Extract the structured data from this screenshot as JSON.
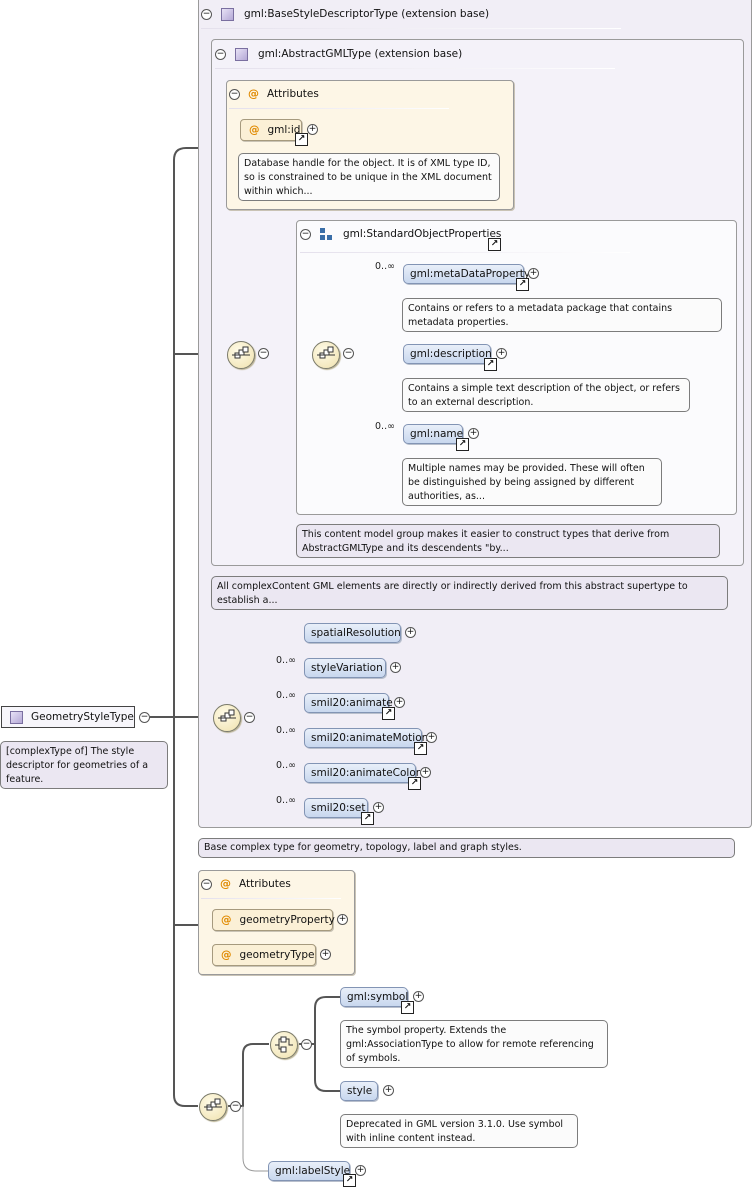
{
  "root": {
    "label": "GeometryStyleType",
    "doc": "[complexType of] The style descriptor for geometries of a feature."
  },
  "base_style": {
    "title": "gml:BaseStyleDescriptorType (extension base)",
    "doc": "Base complex type for geometry, topology, label and graph styles.",
    "children": [
      {
        "label": "spatialResolution",
        "cardinality": ""
      },
      {
        "label": "styleVariation",
        "cardinality": "0..∞"
      },
      {
        "label": "smil20:animate",
        "cardinality": "0..∞"
      },
      {
        "label": "smil20:animateMotion",
        "cardinality": "0..∞"
      },
      {
        "label": "smil20:animateColor",
        "cardinality": "0..∞"
      },
      {
        "label": "smil20:set",
        "cardinality": "0..∞"
      }
    ]
  },
  "abstract_gml": {
    "title": "gml:AbstractGMLType (extension base)",
    "doc": "All complexContent GML elements are directly or indirectly derived from this abstract supertype to establish a...",
    "attributes_title": "Attributes",
    "id_attr": "gml:id",
    "id_doc": "Database handle for the object. It is of XML type ID, so is constrained to be unique in the XML document within which...",
    "std_props": {
      "title": "gml:StandardObjectProperties",
      "doc": "This content model group makes it easier to construct types that derive from AbstractGMLType and its descendents \"by...",
      "children": [
        {
          "label": "gml:metaDataProperty",
          "cardinality": "0..∞",
          "doc": "Contains or refers to a metadata package that contains metadata properties."
        },
        {
          "label": "gml:description",
          "cardinality": "",
          "doc": "Contains a simple text description of the object, or refers to an external description."
        },
        {
          "label": "gml:name",
          "cardinality": "0..∞",
          "doc": "Multiple names may be provided. These will often be distinguished by being assigned by different authorities, as..."
        }
      ]
    }
  },
  "attributes": {
    "title": "Attributes",
    "items": [
      "geometryProperty",
      "geometryType"
    ]
  },
  "choice": {
    "symbol": {
      "label": "gml:symbol",
      "doc": "The symbol property. Extends the gml:AssociationType to allow for remote referencing of symbols."
    },
    "style": {
      "label": "style",
      "doc": "Deprecated in GML version 3.1.0. Use symbol with inline content instead."
    },
    "label_style": "gml:labelStyle"
  },
  "colors": {
    "element_fill": "#c8d7ee",
    "attribute_fill": "#fbf0d6",
    "annotation_fill": "#ebe7f2",
    "frame_fill": "#f1eef6",
    "wire": "#555555",
    "attribute_marker": "#e08a00"
  },
  "icons": {
    "type": "complex-type-icon",
    "attribute": "at-sign",
    "sequence": "sequence-compositor-icon",
    "choice": "choice-compositor-icon",
    "group": "group-icon",
    "expand": "plus-circle",
    "collapse": "minus-circle",
    "link": "link-arrow"
  }
}
